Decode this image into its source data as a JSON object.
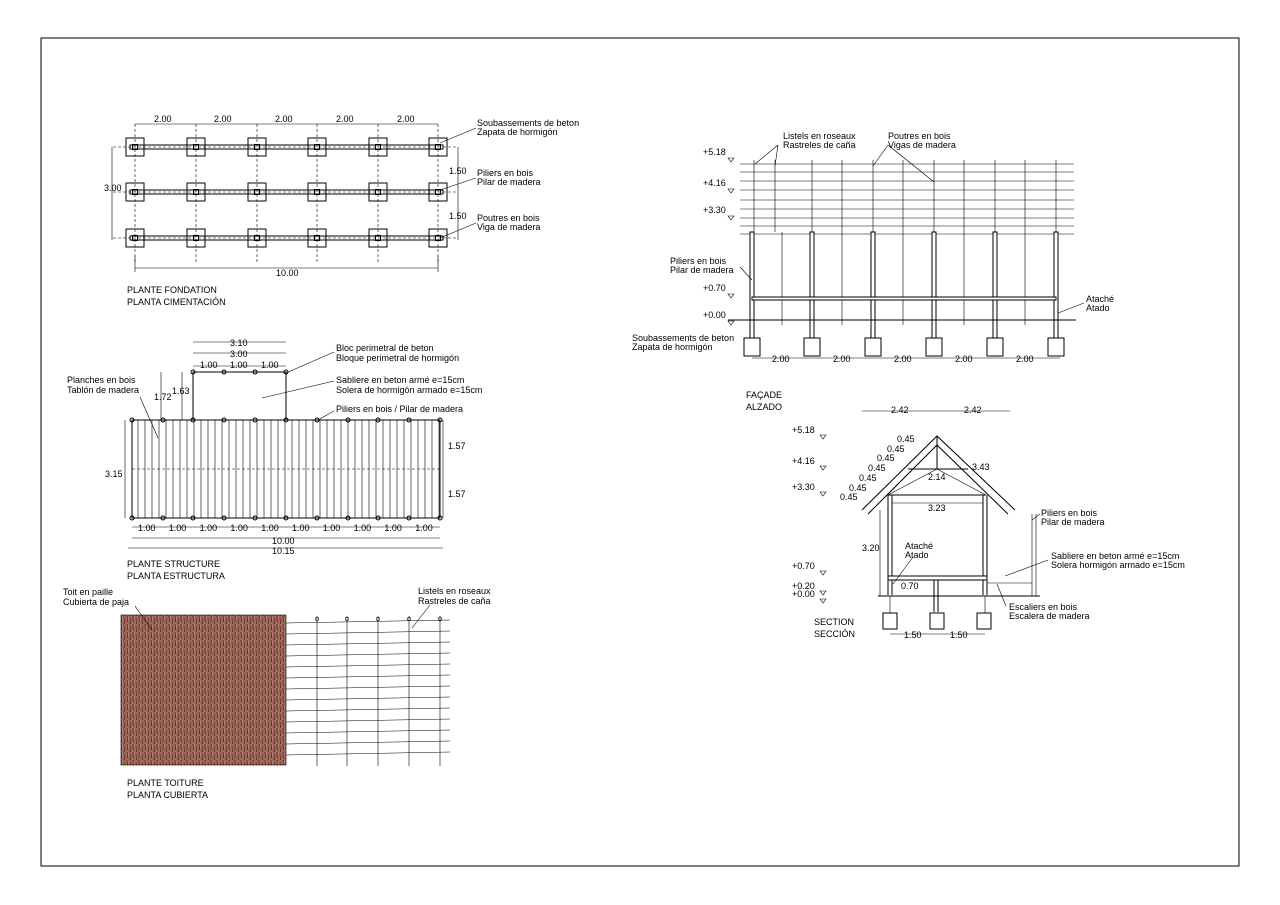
{
  "fondation": {
    "spans": [
      "2.00",
      "2.00",
      "2.00",
      "2.00",
      "2.00"
    ],
    "width": "3.00",
    "row_spans": [
      "1.50",
      "1.50"
    ],
    "total": "10.00",
    "label_footing": [
      "Soubassements de beton",
      "Zapata de hormigón"
    ],
    "label_pillar": [
      "Piliers en bois",
      "Pilar de madera"
    ],
    "label_beam": [
      "Poutres en bois",
      "Viga de madera"
    ],
    "title": [
      "PLANTE FONDATION",
      "PLANTA CIMENTACIÓN"
    ]
  },
  "structure": {
    "block_dims": [
      "3.10",
      "3.00"
    ],
    "block_spans": [
      "1.00",
      "1.00",
      "1.00"
    ],
    "height_a": "1.63",
    "height_b": "1.72",
    "width": "3.15",
    "half_widths": [
      "1.57",
      "1.57"
    ],
    "spans": [
      "1.00",
      "1.00",
      "1.00",
      "1.00",
      "1.00",
      "1.00",
      "1.00",
      "1.00",
      "1.00",
      "1.00"
    ],
    "total_a": "10.00",
    "total_b": "10.15",
    "label_planks": [
      "Planches en bois",
      "Tablón de madera"
    ],
    "label_block": [
      "Bloc perimetral de beton",
      "Bloque perimetral de hormigón"
    ],
    "label_sill": [
      "Sabliere en beton armé e=15cm",
      "Solera de hormigón armado e=15cm"
    ],
    "label_pillars": "Piliers en bois  /  Pilar de madera",
    "title": [
      "PLANTE STRUCTURE",
      "PLANTA ESTRUCTURA"
    ]
  },
  "toiture": {
    "label_thatch": [
      "Toit en paille",
      "Cubierta de paja"
    ],
    "label_battens": [
      "Listels en roseaux",
      "Rastreles de caña"
    ],
    "title": [
      "PLANTE TOITURE",
      "PLANTA CUBIERTA"
    ]
  },
  "facade": {
    "levels": [
      "+5.18",
      "+4.16",
      "+3.30",
      "+0.70",
      "+0.00"
    ],
    "label_battens": [
      "Listels en roseaux",
      "Rastreles de caña"
    ],
    "label_beams": [
      "Poutres en bois",
      "Vigas de madera"
    ],
    "label_pillars": [
      "Piliers en bois",
      "Pilar de madera"
    ],
    "label_tie": [
      "Ataché",
      "Atado"
    ],
    "label_footing": [
      "Soubassements de beton",
      "Zapata de hormigón"
    ],
    "spans": [
      "2.00",
      "2.00",
      "2.00",
      "2.00",
      "2.00"
    ],
    "title": [
      "FAÇADE",
      "ALZADO"
    ]
  },
  "section": {
    "top_dims": [
      "2.42",
      "2.42"
    ],
    "levels": [
      "+5.18",
      "+4.16",
      "+3.30",
      "+0.70",
      "+0.20",
      "+0.00"
    ],
    "rafter_dims": [
      "0.45",
      "0.45",
      "0.45",
      "0.45",
      "0.45",
      "0.45",
      "0.45"
    ],
    "slope": "3.43",
    "tie_width": "2.14",
    "inner_width": "3.23",
    "height": "3.20",
    "floor_gap": "0.70",
    "bay_spans": [
      "1.50",
      "1.50"
    ],
    "label_tie": [
      "Ataché",
      "Atado"
    ],
    "label_pillars": [
      "Piliers en bois",
      "Pilar de madera"
    ],
    "label_sill": [
      "Sabliere en beton armé e=15cm",
      "Solera hormigón armado e=15cm"
    ],
    "label_stairs": [
      "Escaliers en bois",
      "Escalera de madera"
    ],
    "title": [
      "SECTION",
      "SECCIÓN"
    ]
  },
  "colors": {
    "line": "#000000",
    "thatch": "#a0685a",
    "thatch_dark": "#6e3f33",
    "paper": "#ffffff"
  }
}
